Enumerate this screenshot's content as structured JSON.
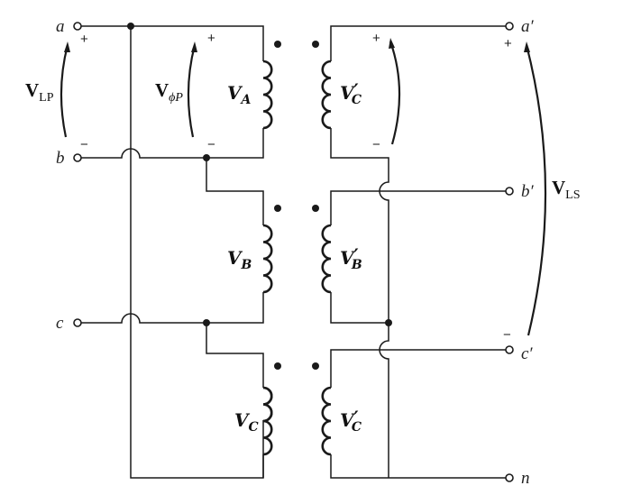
{
  "terminals": {
    "primary": [
      "a",
      "b",
      "c"
    ],
    "secondary": [
      "a′",
      "b′",
      "c′",
      "n"
    ]
  },
  "labels": {
    "v_lp": {
      "main": "V",
      "sub": "LP"
    },
    "v_phi_p": {
      "main": "V",
      "sub": "ϕP"
    },
    "v_ls": {
      "main": "V",
      "sub": "LS"
    },
    "primary_windings": [
      {
        "main": "V",
        "sub": "A"
      },
      {
        "main": "V",
        "sub": "B"
      },
      {
        "main": "V",
        "sub": "C"
      }
    ],
    "secondary_windings": [
      {
        "main": "V",
        "prime": "′",
        "sub": "C"
      },
      {
        "main": "V",
        "prime": "′",
        "sub": "B"
      },
      {
        "main": "V",
        "prime": "′",
        "sub": "C"
      }
    ]
  },
  "signs": {
    "plus": "+",
    "minus": "−"
  }
}
